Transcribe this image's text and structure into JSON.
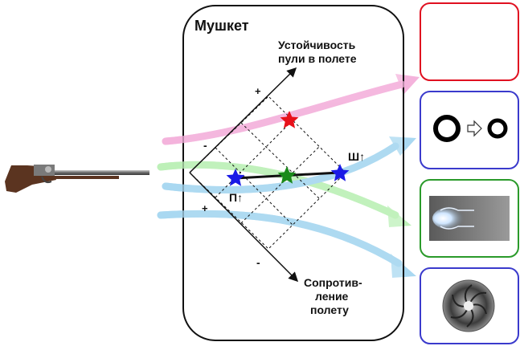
{
  "diagram": {
    "title": "Мушкет",
    "axis_stability": {
      "line1": "Устойчивость",
      "line2": "пули в полете"
    },
    "axis_resistance": {
      "line1": "Сопротив-",
      "line2": "ление",
      "line3": "полету"
    },
    "marks": {
      "plus_stability": "+",
      "minus_stability": "-",
      "plus_resistance": "+",
      "minus_resistance": "-"
    },
    "point_p": "П↑",
    "point_sh": "Ш↑",
    "colors": {
      "pink_arrow": "#f4b3dc",
      "green_arrow": "#bdf0b8",
      "blue_arrow": "#a9d8f1",
      "red_star": "#e8101a",
      "green_star": "#1a8a1a",
      "blue_star": "#1a1ae6",
      "box_red": "#e01020",
      "box_blue": "#3a3acc",
      "box_green": "#2a9a2a"
    }
  }
}
